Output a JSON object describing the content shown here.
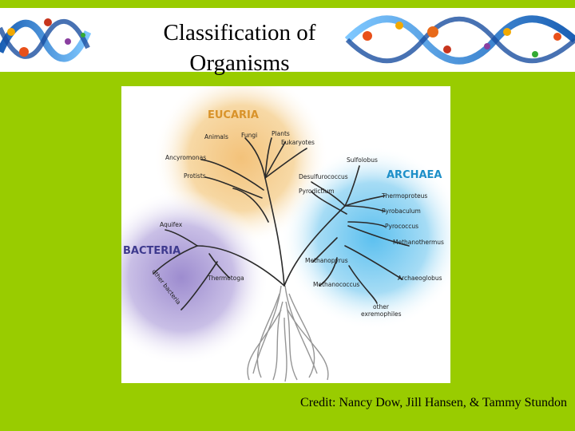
{
  "slide": {
    "title_line1": "Classification of",
    "title_line2": "Organisms",
    "credit": "Credit: Nancy Dow, Jill Hansen, & Tammy Stundon"
  },
  "tree": {
    "domains": {
      "eucaria": "EUCARIA",
      "archaea": "ARCHAEA",
      "bacteria": "BACTERIA"
    },
    "eucaria_branches": {
      "animals": "Animals",
      "fungi": "Fungi",
      "plants": "Plants",
      "eukaryotes": "Eukaryotes",
      "ancyromonas": "Ancyromonas",
      "protists": "Protists"
    },
    "archaea_branches": {
      "sulfolobus": "Sulfolobus",
      "desulfurococcus": "Desulfurococcus",
      "pyrodictium": "Pyrodictium",
      "thermoproteus": "Thermoproteus",
      "pyrobaculum": "Pyrobaculum",
      "pyrococcus": "Pyrococcus",
      "methanothermus": "Methanothermus",
      "methanopyrus": "Methanopyrus",
      "archaeoglobus": "Archaeoglobus",
      "methanococcus": "Methanococcus",
      "other1": "other",
      "other2": "exremophiles"
    },
    "bacteria_branches": {
      "aquifex": "Aquifex",
      "thermotoga": "Thermotoga",
      "other_bacteria": "other bacteria"
    },
    "colors": {
      "eucaria_accent": "#d9932a",
      "archaea_accent": "#1e8fc8",
      "bacteria_accent": "#3e3a8e",
      "branch": "#2a2a2a"
    }
  }
}
